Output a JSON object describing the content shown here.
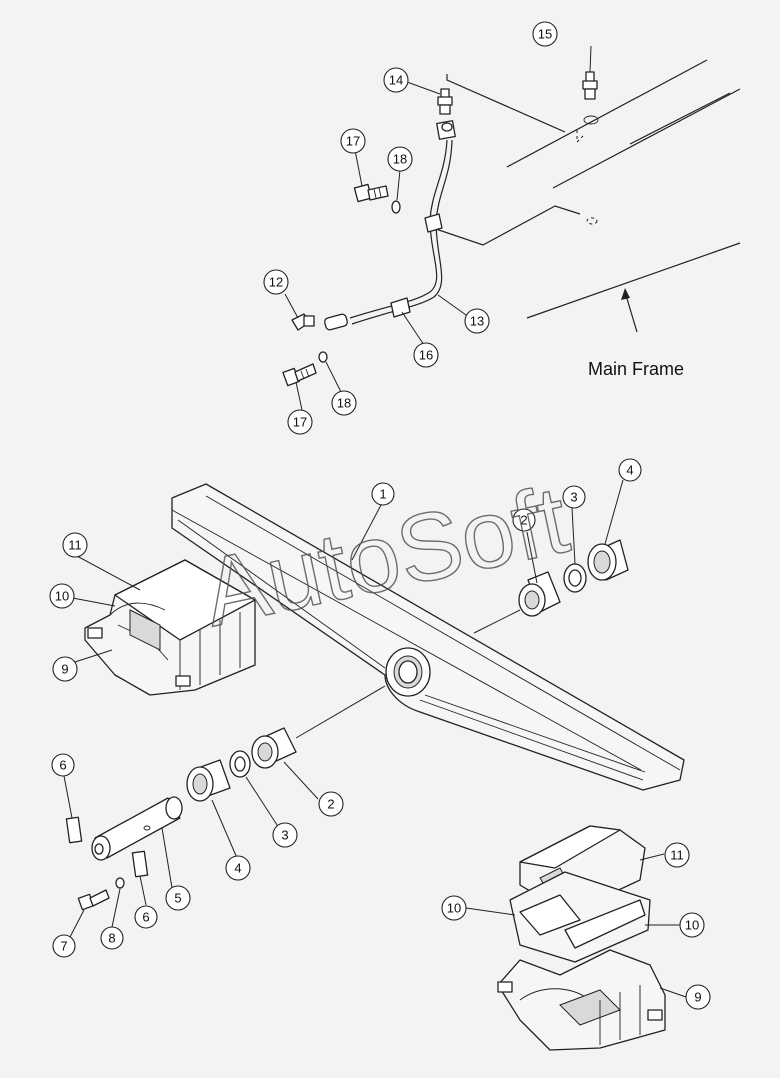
{
  "frame_label": "Main Frame",
  "watermark": "AutoSoft",
  "callouts": [
    "1",
    "2",
    "2",
    "3",
    "3",
    "4",
    "4",
    "5",
    "6",
    "6",
    "7",
    "8",
    "9",
    "9",
    "10",
    "10",
    "10",
    "11",
    "11",
    "12",
    "13",
    "14",
    "15",
    "16",
    "17",
    "17",
    "18",
    "18"
  ]
}
